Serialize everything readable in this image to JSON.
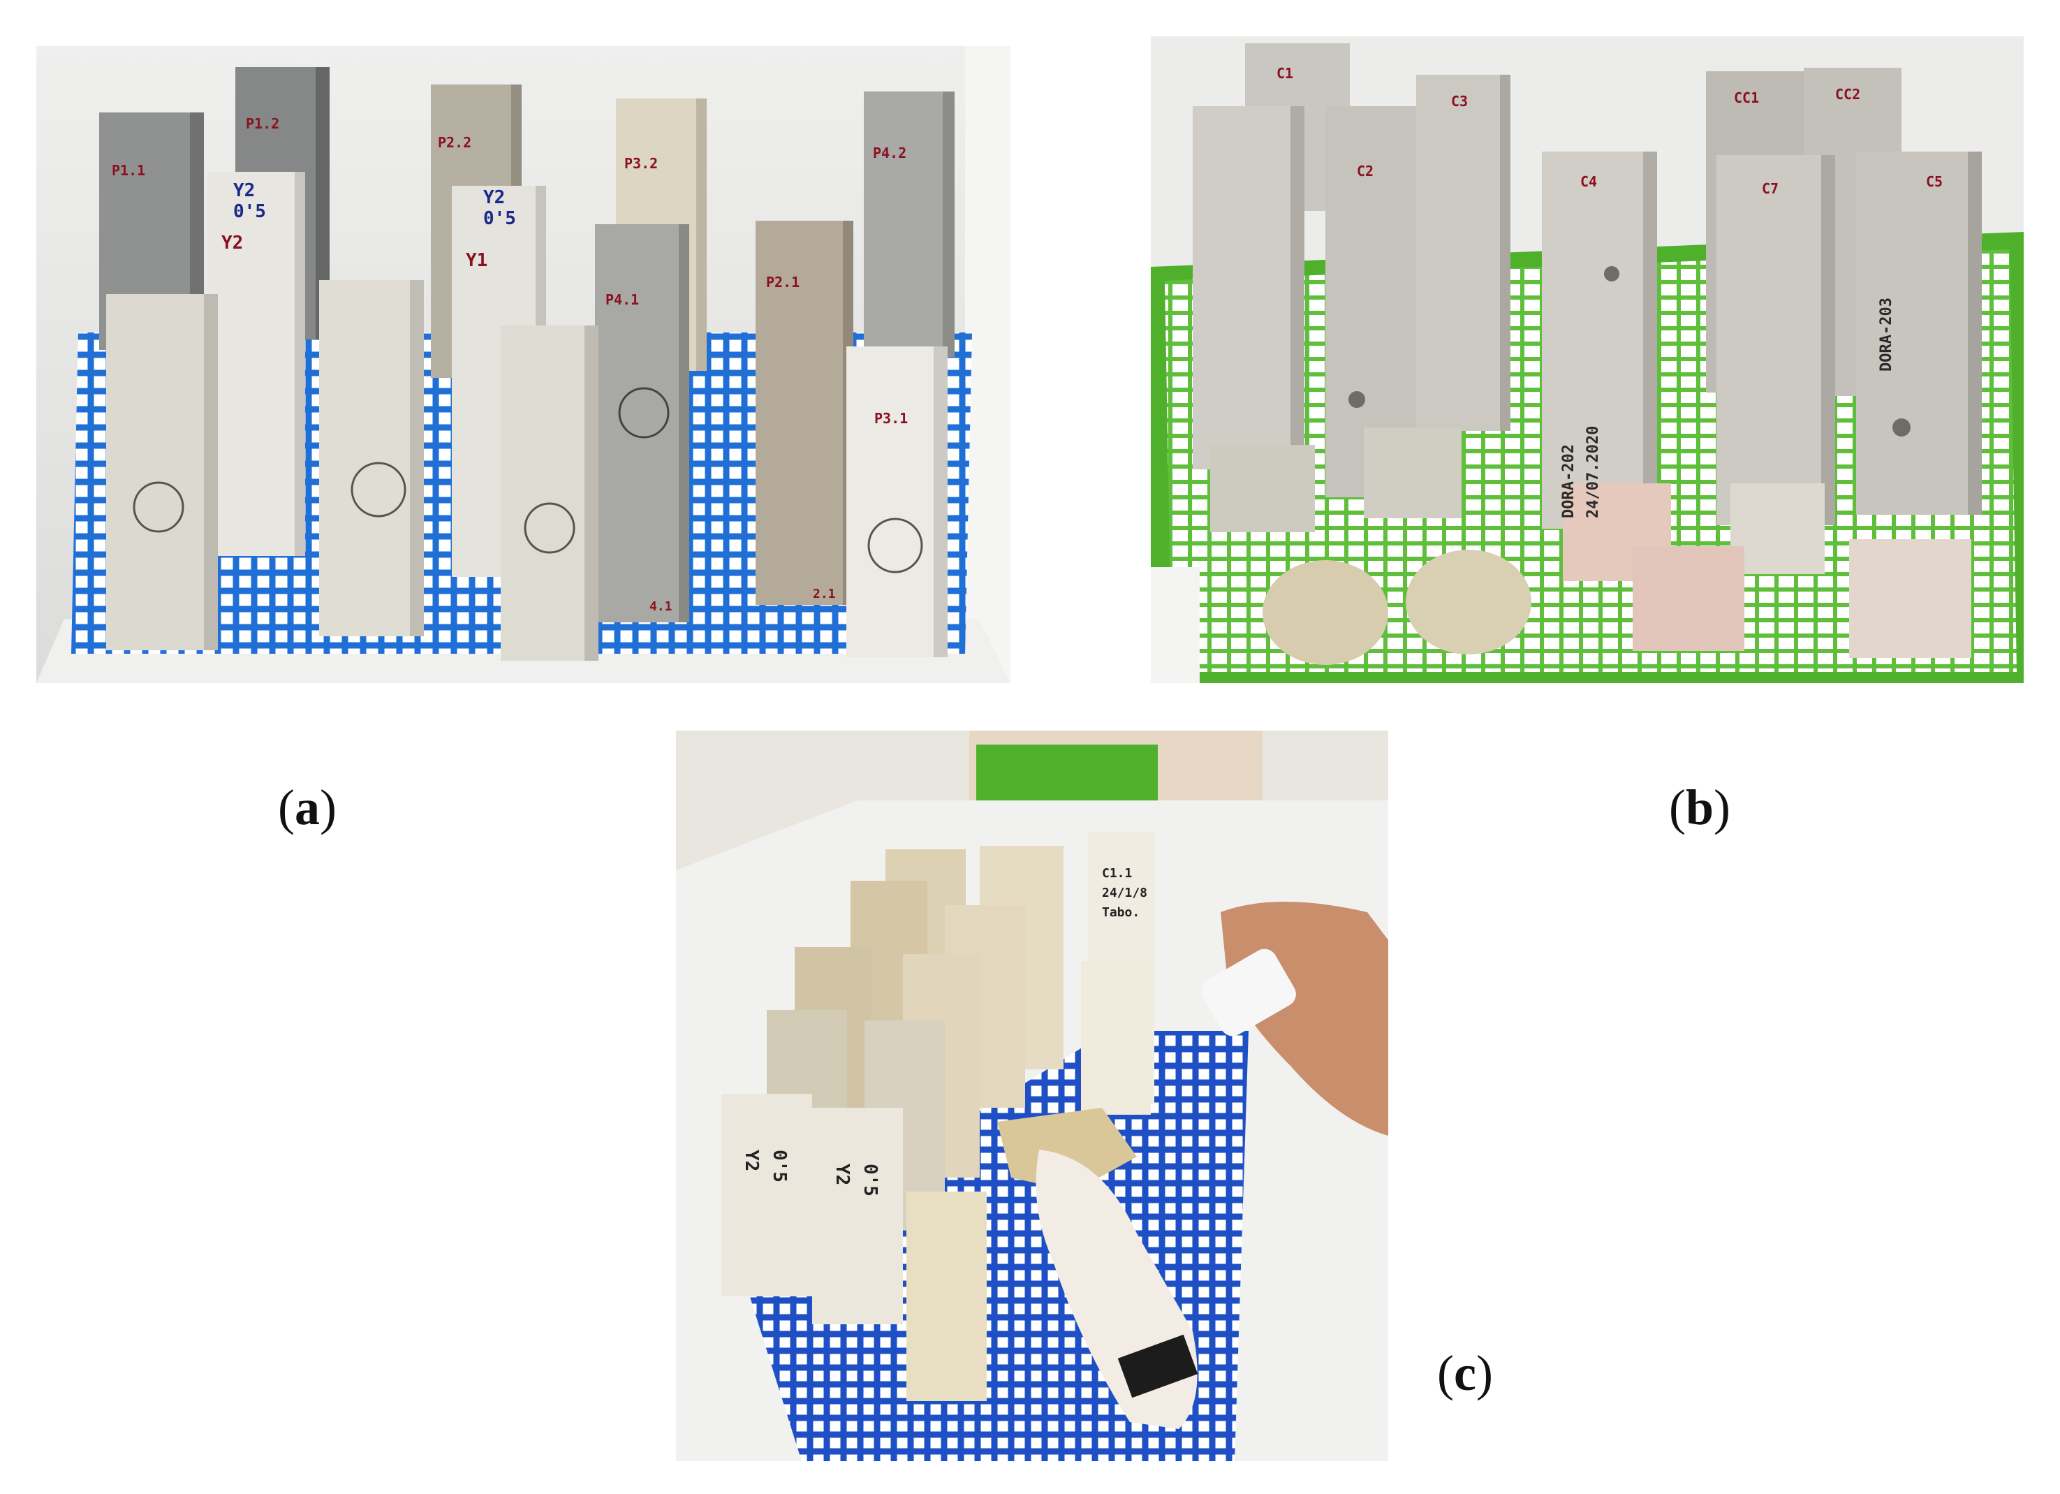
{
  "figure": {
    "panels": [
      {
        "id": "a",
        "caption_open": "(",
        "caption_letter": "a",
        "caption_close": ")"
      },
      {
        "id": "b",
        "caption_open": "(",
        "caption_letter": "b",
        "caption_close": ")"
      },
      {
        "id": "c",
        "caption_open": "(",
        "caption_letter": "c",
        "caption_close": ")"
      }
    ]
  },
  "panel_a": {
    "labels": {
      "p11": "P1.1",
      "p12": "P1.2",
      "p22": "P2.2",
      "p32": "P3.2",
      "p42": "P4.2",
      "y205a": "Y2",
      "y205b": "0'5",
      "y2": "Y2",
      "y205c": "Y2",
      "y205d": "0'5",
      "y1": "Y1",
      "p41": "P4.1",
      "p21": "P2.1",
      "p31": "P3.1",
      "n41": "4.1",
      "n21": "2.1"
    },
    "colors": {
      "tray": "#e9eaea",
      "grid": "#1f6fd6",
      "label": "#8b1020",
      "ink": "#1b2a8a"
    }
  },
  "panel_b": {
    "labels": {
      "c1": "C1",
      "c2": "C2",
      "c3": "C3",
      "c4": "C4",
      "cc1": "CC1",
      "cc2": "CC2",
      "c7": "C7",
      "c5": "C5",
      "h1": "DORA-202",
      "h2": "24/07.2020",
      "h3": "DORA-203"
    },
    "colors": {
      "tray": "#5fbf3a",
      "grid": "#ffffff",
      "label": "#8b1020"
    }
  },
  "panel_c": {
    "labels": {
      "c11": "C1.1",
      "c11b": "24/1/8",
      "c11c": "Tabo.",
      "y2a": "Y2",
      "y2b": "0'5",
      "y2c": "Y2",
      "y2d": "0'5"
    },
    "colors": {
      "tray": "#f1f1ef",
      "grid": "#1e4fc4"
    }
  }
}
